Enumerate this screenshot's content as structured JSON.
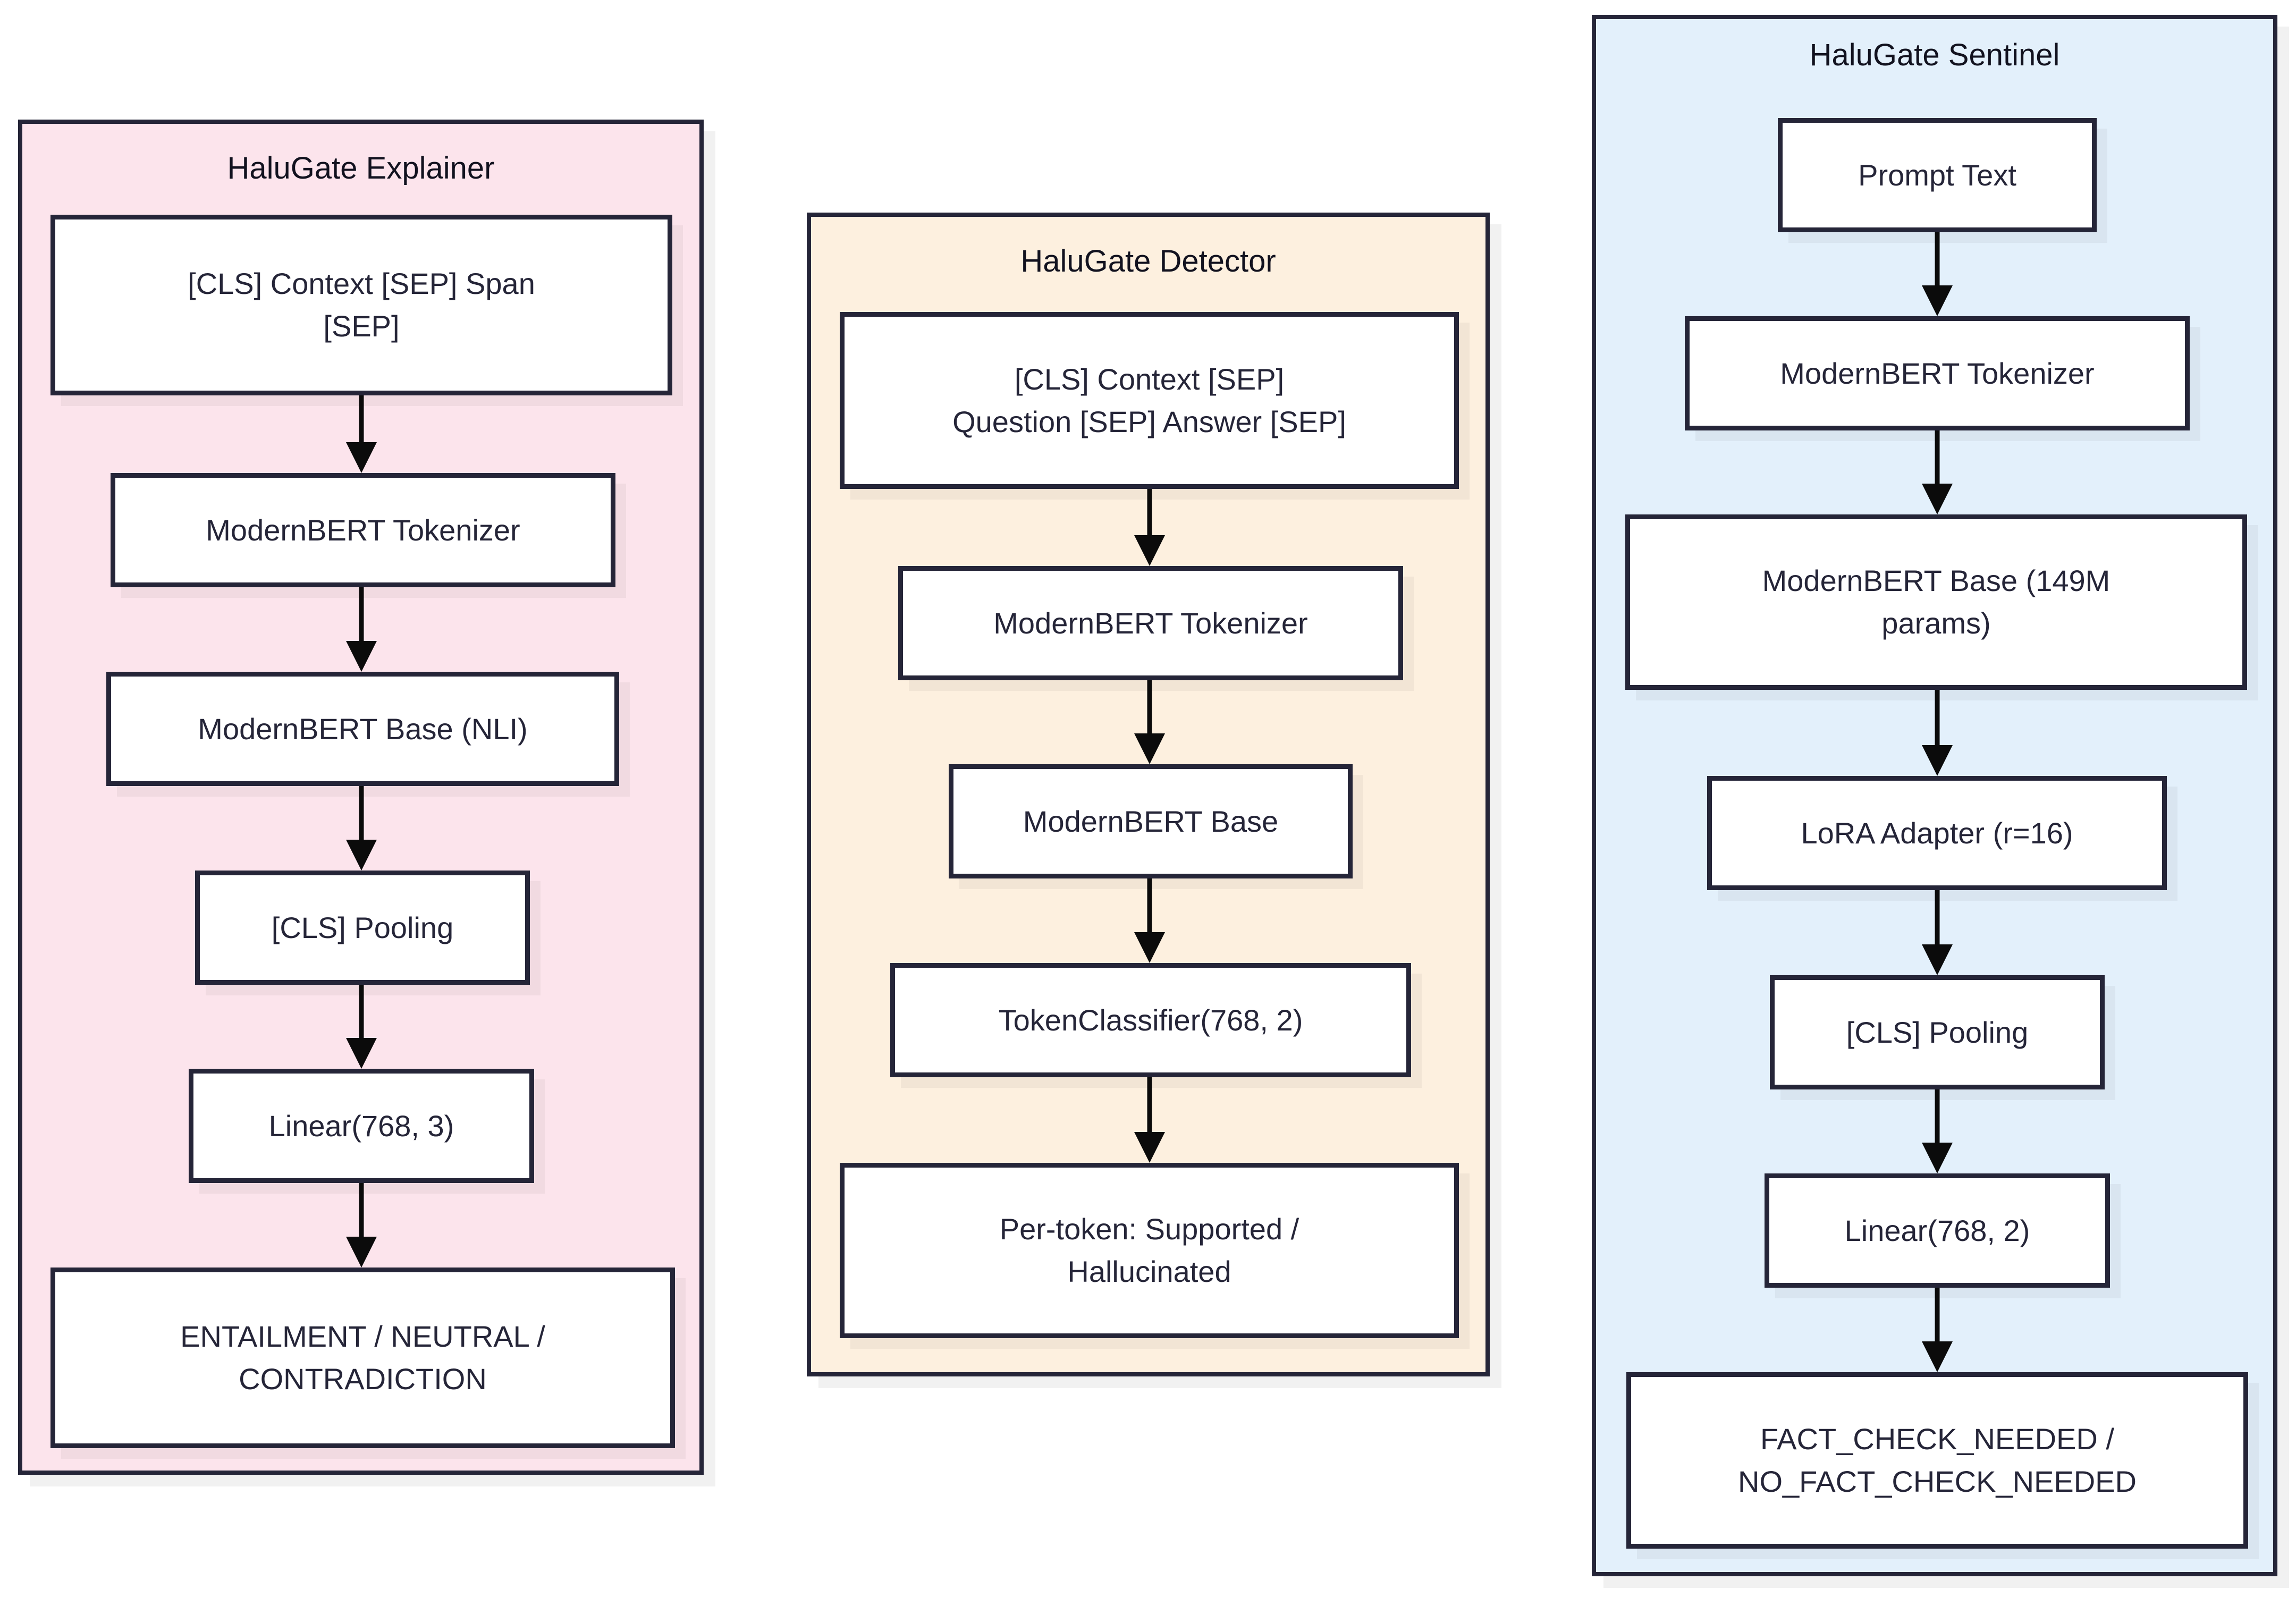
{
  "diagram": {
    "type": "flowchart",
    "orientation": "three parallel vertical pipelines",
    "background": "#ffffff",
    "node_border_color": "#252538",
    "node_fill_color": "#ffffff",
    "arrow_color": "#0b0b0b"
  },
  "columns": [
    {
      "id": "explainer",
      "title": "HaluGate Explainer",
      "fill": "#fce4ec",
      "border": "#252538",
      "nodes": [
        {
          "id": "exp-input",
          "label": "[CLS] Context [SEP] Span [SEP]",
          "lines": [
            "[CLS] Context [SEP] Span",
            "[SEP]"
          ]
        },
        {
          "id": "exp-tokenizer",
          "label": "ModernBERT Tokenizer",
          "lines": [
            "ModernBERT Tokenizer"
          ]
        },
        {
          "id": "exp-base",
          "label": "ModernBERT Base (NLI)",
          "lines": [
            "ModernBERT Base (NLI)"
          ]
        },
        {
          "id": "exp-pooling",
          "label": "[CLS] Pooling",
          "lines": [
            "[CLS] Pooling"
          ]
        },
        {
          "id": "exp-linear",
          "label": "Linear(768, 3)",
          "lines": [
            "Linear(768, 3)"
          ]
        },
        {
          "id": "exp-output",
          "label": "ENTAILMENT / NEUTRAL / CONTRADICTION",
          "lines": [
            "ENTAILMENT / NEUTRAL /",
            "CONTRADICTION"
          ]
        }
      ],
      "edges": [
        [
          "exp-input",
          "exp-tokenizer"
        ],
        [
          "exp-tokenizer",
          "exp-base"
        ],
        [
          "exp-base",
          "exp-pooling"
        ],
        [
          "exp-pooling",
          "exp-linear"
        ],
        [
          "exp-linear",
          "exp-output"
        ]
      ]
    },
    {
      "id": "detector",
      "title": "HaluGate Detector",
      "fill": "#fdf0df",
      "border": "#252538",
      "nodes": [
        {
          "id": "det-input",
          "label": "[CLS] Context [SEP] Question [SEP] Answer [SEP]",
          "lines": [
            "[CLS] Context [SEP]",
            "Question [SEP] Answer [SEP]"
          ]
        },
        {
          "id": "det-tokenizer",
          "label": "ModernBERT Tokenizer",
          "lines": [
            "ModernBERT Tokenizer"
          ]
        },
        {
          "id": "det-base",
          "label": "ModernBERT Base",
          "lines": [
            "ModernBERT Base"
          ]
        },
        {
          "id": "det-classifier",
          "label": "TokenClassifier(768, 2)",
          "lines": [
            "TokenClassifier(768, 2)"
          ]
        },
        {
          "id": "det-output",
          "label": "Per-token: Supported / Hallucinated",
          "lines": [
            "Per-token: Supported /",
            "Hallucinated"
          ]
        }
      ],
      "edges": [
        [
          "det-input",
          "det-tokenizer"
        ],
        [
          "det-tokenizer",
          "det-base"
        ],
        [
          "det-base",
          "det-classifier"
        ],
        [
          "det-classifier",
          "det-output"
        ]
      ]
    },
    {
      "id": "sentinel",
      "title": "HaluGate Sentinel",
      "fill": "#e3f0fb",
      "border": "#252538",
      "nodes": [
        {
          "id": "sen-prompt",
          "label": "Prompt Text",
          "lines": [
            "Prompt Text"
          ]
        },
        {
          "id": "sen-tokenizer",
          "label": "ModernBERT Tokenizer",
          "lines": [
            "ModernBERT Tokenizer"
          ]
        },
        {
          "id": "sen-base",
          "label": "ModernBERT Base (149M params)",
          "lines": [
            "ModernBERT Base (149M",
            "params)"
          ]
        },
        {
          "id": "sen-lora",
          "label": "LoRA Adapter (r=16)",
          "lines": [
            "LoRA Adapter (r=16)"
          ]
        },
        {
          "id": "sen-pooling",
          "label": "[CLS] Pooling",
          "lines": [
            "[CLS] Pooling"
          ]
        },
        {
          "id": "sen-linear",
          "label": "Linear(768, 2)",
          "lines": [
            "Linear(768, 2)"
          ]
        },
        {
          "id": "sen-output",
          "label": "FACT_CHECK_NEEDED / NO_FACT_CHECK_NEEDED",
          "lines": [
            "FACT_CHECK_NEEDED /",
            "NO_FACT_CHECK_NEEDED"
          ]
        }
      ],
      "edges": [
        [
          "sen-prompt",
          "sen-tokenizer"
        ],
        [
          "sen-tokenizer",
          "sen-base"
        ],
        [
          "sen-base",
          "sen-lora"
        ],
        [
          "sen-lora",
          "sen-pooling"
        ],
        [
          "sen-pooling",
          "sen-linear"
        ],
        [
          "sen-linear",
          "sen-output"
        ]
      ]
    }
  ]
}
